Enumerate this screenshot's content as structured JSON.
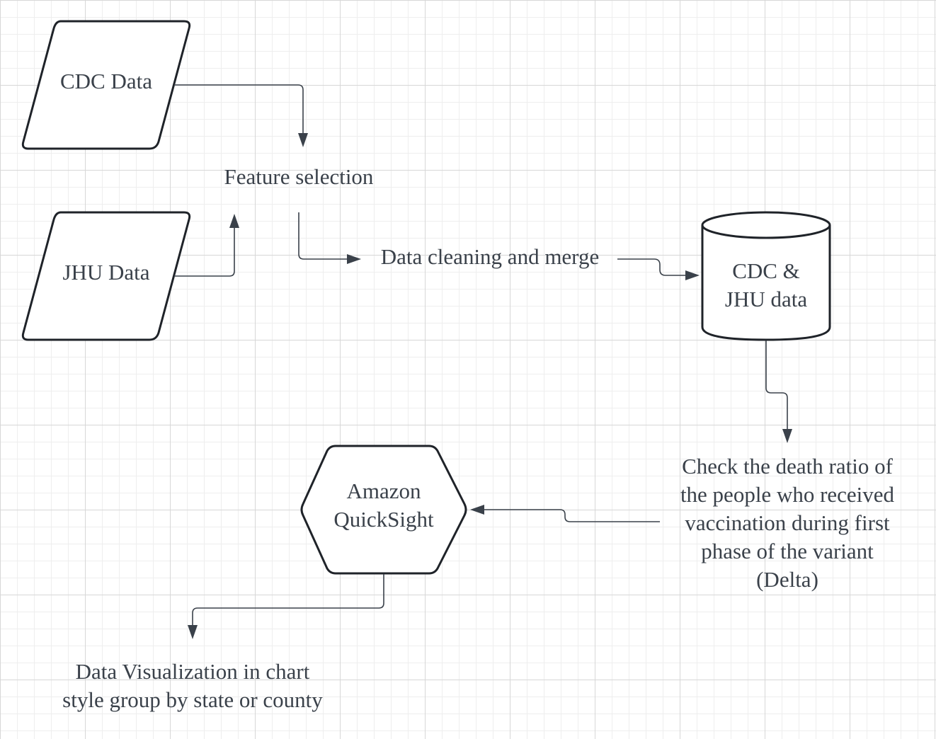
{
  "nodes": {
    "cdc_data": {
      "label": "CDC Data"
    },
    "jhu_data": {
      "label": "JHU Data"
    },
    "feature_selection": {
      "label": "Feature selection"
    },
    "data_cleaning": {
      "label": "Data cleaning and merge"
    },
    "database": {
      "label_line1": "CDC &",
      "label_line2": "JHU data"
    },
    "check_death_ratio": {
      "label_line1": "Check the death ratio of",
      "label_line2": "the people who received",
      "label_line3": "vaccination during first",
      "label_line4": "phase of the variant",
      "label_line5": "(Delta)"
    },
    "quicksight": {
      "label_line1": "Amazon",
      "label_line2": "QuickSight"
    },
    "visualization": {
      "label_line1": "Data Visualization in chart",
      "label_line2": "style group by state or county"
    }
  },
  "colors": {
    "shape_stroke": "#1f2329",
    "connector": "#3a414a",
    "text": "#3a414a",
    "grid_major": "#d7d7d7",
    "grid_minor": "#eeeeee"
  }
}
